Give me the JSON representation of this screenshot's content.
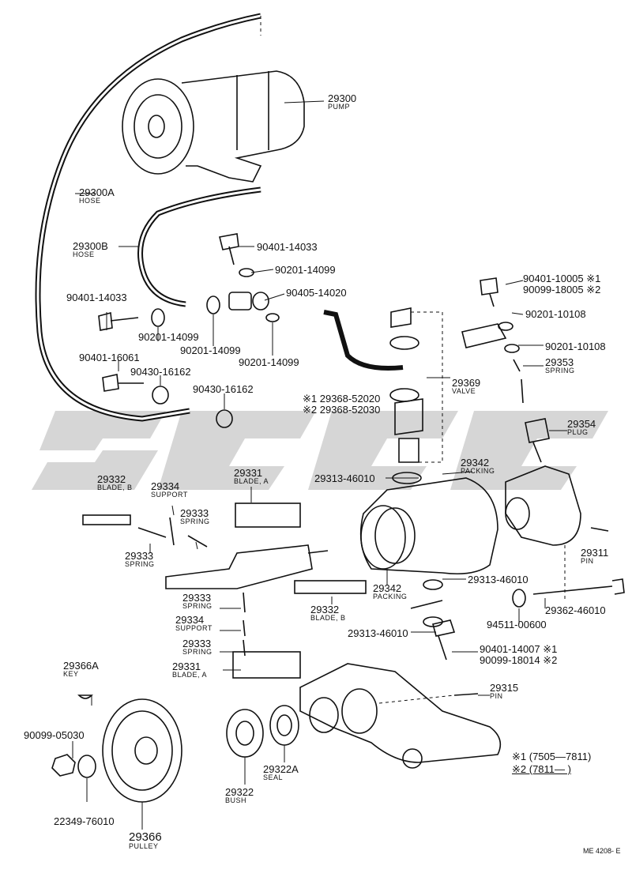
{
  "parts": [
    {
      "id": "pump",
      "number": "29300",
      "name": "PUMP"
    },
    {
      "id": "hose_a",
      "number": "29300A",
      "name": "HOSE"
    },
    {
      "id": "hose_b",
      "number": "29300B",
      "name": "HOSE"
    },
    {
      "id": "bolt1",
      "number": "90401-14033"
    },
    {
      "id": "gasket1",
      "number": "90201-14099"
    },
    {
      "id": "bolt2",
      "number": "90401-14033"
    },
    {
      "id": "gasket2",
      "number": "90201-14099"
    },
    {
      "id": "gasket3",
      "number": "90201-14099"
    },
    {
      "id": "union",
      "number": "90405-14020"
    },
    {
      "id": "gasket4",
      "number": "90201-14099"
    },
    {
      "id": "bolt3",
      "number": "90401-16061"
    },
    {
      "id": "gasket5",
      "number": "90430-16162"
    },
    {
      "id": "gasket6",
      "number": "90430-16162"
    },
    {
      "id": "bolt4a",
      "number": "90401-10005 ※1"
    },
    {
      "id": "bolt4b",
      "number": "90099-18005 ※2"
    },
    {
      "id": "gasket7",
      "number": "90201-10108"
    },
    {
      "id": "gasket8",
      "number": "90201-10108"
    },
    {
      "id": "spring1",
      "number": "29353",
      "name": "SPRING"
    },
    {
      "id": "valve",
      "number": "29369",
      "name": "VALVE"
    },
    {
      "id": "valve_a",
      "number": "※1 29368-52020"
    },
    {
      "id": "valve_b",
      "number": "※2 29368-52030"
    },
    {
      "id": "plug",
      "number": "29354",
      "name": "PLUG"
    },
    {
      "id": "packing1",
      "number": "29342",
      "name": "PACKING"
    },
    {
      "id": "oring1",
      "number": "29313-46010"
    },
    {
      "id": "blade_b1",
      "number": "29332",
      "name": "BLADE, B"
    },
    {
      "id": "support1",
      "number": "29334",
      "name": "SUPPORT"
    },
    {
      "id": "blade_a1",
      "number": "29331",
      "name": "BLADE, A"
    },
    {
      "id": "spring2",
      "number": "29333",
      "name": "SPRING"
    },
    {
      "id": "spring3",
      "number": "29333",
      "name": "SPRING"
    },
    {
      "id": "pin1",
      "number": "29311",
      "name": "PIN"
    },
    {
      "id": "packing2",
      "number": "29342",
      "name": "PACKING"
    },
    {
      "id": "oring2",
      "number": "29313-46010"
    },
    {
      "id": "spring4",
      "number": "29333",
      "name": "SPRING"
    },
    {
      "id": "blade_b2",
      "number": "29332",
      "name": "BLADE, B"
    },
    {
      "id": "support2",
      "number": "29334",
      "name": "SUPPORT"
    },
    {
      "id": "oring3",
      "number": "29313-46010"
    },
    {
      "id": "bolt5",
      "number": "29362-46010"
    },
    {
      "id": "washer",
      "number": "94511-00600"
    },
    {
      "id": "spring5",
      "number": "29333",
      "name": "SPRING"
    },
    {
      "id": "bolt6a",
      "number": "90401-14007 ※1"
    },
    {
      "id": "bolt6b",
      "number": "90099-18014 ※2"
    },
    {
      "id": "blade_a2",
      "number": "29331",
      "name": "BLADE, A"
    },
    {
      "id": "key",
      "number": "29366A",
      "name": "KEY"
    },
    {
      "id": "pin2",
      "number": "29315",
      "name": "PIN"
    },
    {
      "id": "nut",
      "number": "90099-05030"
    },
    {
      "id": "seal",
      "number": "29322A",
      "name": "SEAL"
    },
    {
      "id": "bush",
      "number": "29322",
      "name": "BUSH"
    },
    {
      "id": "lockwasher",
      "number": "22349-76010"
    },
    {
      "id": "pulley",
      "number": "29366",
      "name": "PULLEY"
    }
  ],
  "notes": {
    "note1": "※1 (7505—7811)",
    "note2": "※2 (7811—          )"
  },
  "figure_code": "ME 4208- E",
  "colors": {
    "line": "#111111",
    "watermark": "#c8c8c8"
  }
}
